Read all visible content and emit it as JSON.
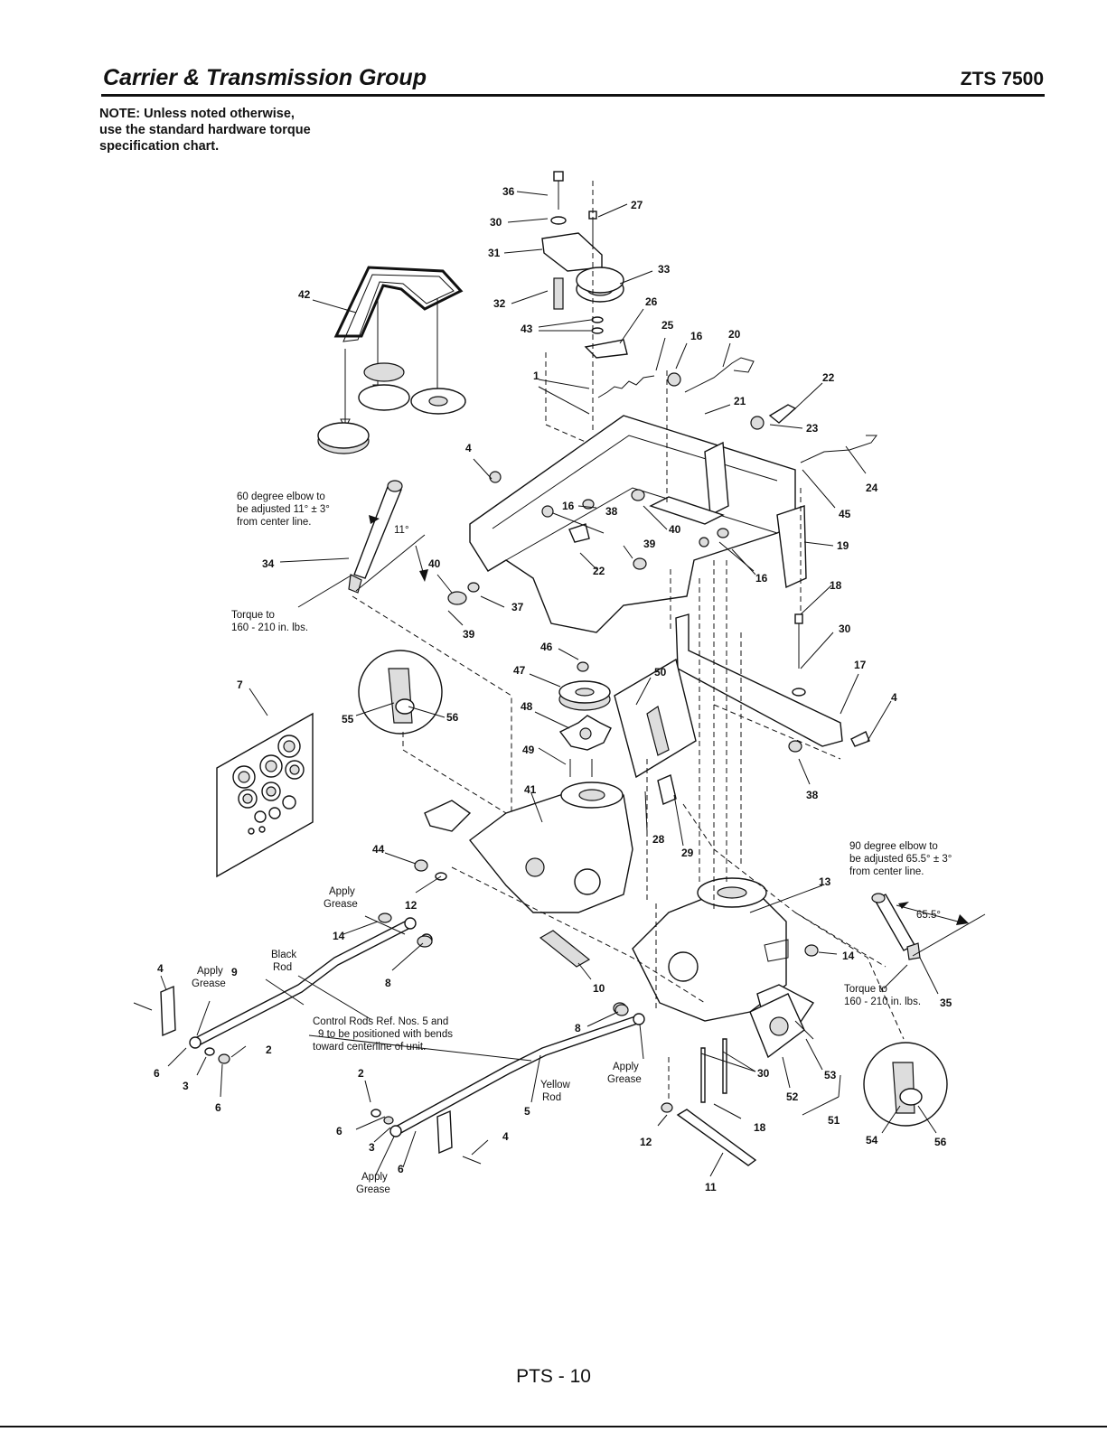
{
  "header": {
    "title": "Carrier & Transmission Group",
    "model": "ZTS 7500"
  },
  "note": {
    "lines": [
      "NOTE: Unless noted otherwise,",
      "use the standard hardware torque",
      "specification chart."
    ]
  },
  "callouts": {
    "elbow_60": [
      "60 degree elbow to",
      "be adjusted 11° ± 3°",
      "from center line."
    ],
    "angle_11": "11°",
    "torque_left": [
      "Torque to",
      "160 - 210 in. lbs."
    ],
    "elbow_90": [
      "90 degree elbow to",
      "be adjusted 65.5° ± 3°",
      "from center line."
    ],
    "angle_65": "65.5°",
    "torque_right": [
      "Torque to",
      "160 - 210 in. lbs."
    ],
    "grease_a": [
      "Apply",
      "Grease"
    ],
    "grease_b": [
      "Apply",
      "Grease"
    ],
    "grease_c": [
      "Apply",
      "Grease"
    ],
    "grease_d": [
      "Apply",
      "Grease"
    ],
    "black_rod": [
      "Black",
      "Rod"
    ],
    "yellow_rod": [
      "Yellow",
      "Rod"
    ],
    "control_rods": [
      "Control Rods Ref. Nos. 5 and",
      "9 to be positioned with bends",
      "toward centerline of unit."
    ]
  },
  "part_labels": [
    {
      "id": "l36",
      "text": "36"
    },
    {
      "id": "l27",
      "text": "27"
    },
    {
      "id": "l30a",
      "text": "30"
    },
    {
      "id": "l31",
      "text": "31"
    },
    {
      "id": "l33",
      "text": "33"
    },
    {
      "id": "l32",
      "text": "32"
    },
    {
      "id": "l26",
      "text": "26"
    },
    {
      "id": "l43",
      "text": "43"
    },
    {
      "id": "l25",
      "text": "25"
    },
    {
      "id": "l16a",
      "text": "16"
    },
    {
      "id": "l20",
      "text": "20"
    },
    {
      "id": "l42",
      "text": "42"
    },
    {
      "id": "l1",
      "text": "1"
    },
    {
      "id": "l22a",
      "text": "22"
    },
    {
      "id": "l21",
      "text": "21"
    },
    {
      "id": "l23",
      "text": "23"
    },
    {
      "id": "l4a",
      "text": "4"
    },
    {
      "id": "l24",
      "text": "24"
    },
    {
      "id": "l45",
      "text": "45"
    },
    {
      "id": "l16b",
      "text": "16"
    },
    {
      "id": "l38a",
      "text": "38"
    },
    {
      "id": "l40a",
      "text": "40"
    },
    {
      "id": "l39a",
      "text": "39"
    },
    {
      "id": "l19",
      "text": "19"
    },
    {
      "id": "l34",
      "text": "34"
    },
    {
      "id": "l40b",
      "text": "40"
    },
    {
      "id": "l22b",
      "text": "22"
    },
    {
      "id": "l16c",
      "text": "16"
    },
    {
      "id": "l18a",
      "text": "18"
    },
    {
      "id": "l37",
      "text": "37"
    },
    {
      "id": "l39b",
      "text": "39"
    },
    {
      "id": "l30b",
      "text": "30"
    },
    {
      "id": "l46",
      "text": "46"
    },
    {
      "id": "l17",
      "text": "17"
    },
    {
      "id": "l47",
      "text": "47"
    },
    {
      "id": "l50",
      "text": "50"
    },
    {
      "id": "l4b",
      "text": "4"
    },
    {
      "id": "l7",
      "text": "7"
    },
    {
      "id": "l48",
      "text": "48"
    },
    {
      "id": "l55",
      "text": "55"
    },
    {
      "id": "l56a",
      "text": "56"
    },
    {
      "id": "l49",
      "text": "49"
    },
    {
      "id": "l38b",
      "text": "38"
    },
    {
      "id": "l41",
      "text": "41"
    },
    {
      "id": "l28",
      "text": "28"
    },
    {
      "id": "l29",
      "text": "29"
    },
    {
      "id": "l44",
      "text": "44"
    },
    {
      "id": "l13",
      "text": "13"
    },
    {
      "id": "l12a",
      "text": "12"
    },
    {
      "id": "l14a",
      "text": "14"
    },
    {
      "id": "l14b",
      "text": "14"
    },
    {
      "id": "l4c",
      "text": "4"
    },
    {
      "id": "l9",
      "text": "9"
    },
    {
      "id": "l8a",
      "text": "8"
    },
    {
      "id": "l10",
      "text": "10"
    },
    {
      "id": "l35",
      "text": "35"
    },
    {
      "id": "l6a",
      "text": "6"
    },
    {
      "id": "l2a",
      "text": "2"
    },
    {
      "id": "l3a",
      "text": "3"
    },
    {
      "id": "l8b",
      "text": "8"
    },
    {
      "id": "l6b",
      "text": "6"
    },
    {
      "id": "l30c",
      "text": "30"
    },
    {
      "id": "l53",
      "text": "53"
    },
    {
      "id": "l2b",
      "text": "2"
    },
    {
      "id": "l52",
      "text": "52"
    },
    {
      "id": "l5",
      "text": "5"
    },
    {
      "id": "l51",
      "text": "51"
    },
    {
      "id": "l6c",
      "text": "6"
    },
    {
      "id": "l18b",
      "text": "18"
    },
    {
      "id": "l4d",
      "text": "4"
    },
    {
      "id": "l3b",
      "text": "3"
    },
    {
      "id": "l12b",
      "text": "12"
    },
    {
      "id": "l54",
      "text": "54"
    },
    {
      "id": "l56b",
      "text": "56"
    },
    {
      "id": "l6d",
      "text": "6"
    },
    {
      "id": "l11",
      "text": "11"
    }
  ],
  "footer": {
    "page": "PTS - 10"
  }
}
